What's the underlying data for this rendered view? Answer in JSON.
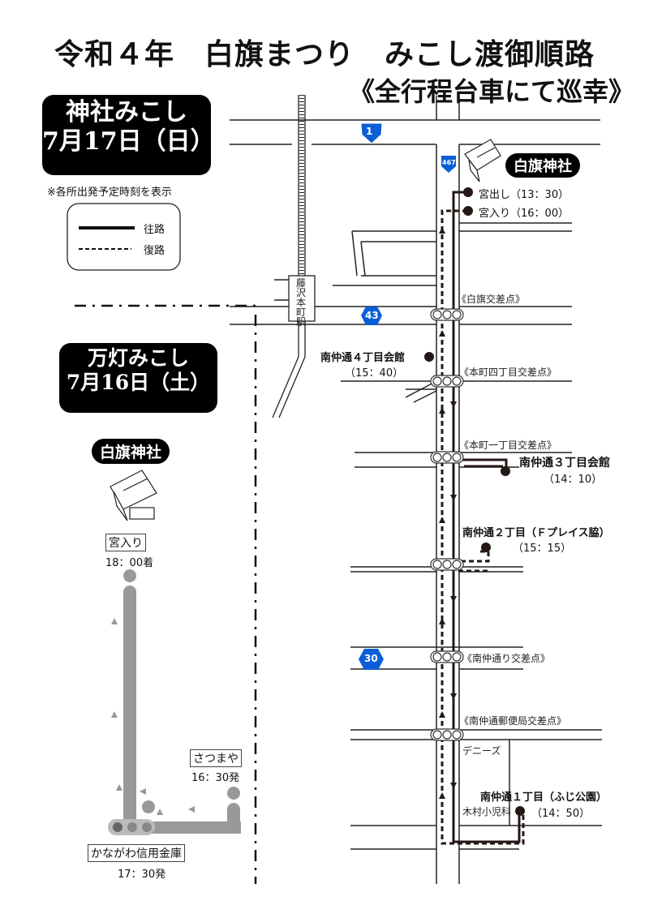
{
  "title": "令和４年　白旗まつり　みこし渡御順路",
  "subtitle": "《全行程台車にて巡幸》",
  "shrine_mikoshi": {
    "name": "神社みこし",
    "date": "7月17日（日）",
    "note": "※各所出発予定時刻を表示",
    "legend": {
      "outbound": "往路",
      "return": "復路"
    },
    "shrine": "白旗神社",
    "stops": [
      {
        "label": "宮出し（13：30）"
      },
      {
        "label": "宮入り（16：00）"
      },
      {
        "label": "南仲通４丁目会館",
        "time": "（15：40）"
      },
      {
        "label": "南仲通３丁目会館",
        "time": "（14：10）"
      },
      {
        "label": "南仲通２丁目（Ｆプレイス脇）",
        "time": "（15：15）"
      },
      {
        "label": "南仲通１丁目（ふじ公園）",
        "time": "（14：50）"
      }
    ],
    "intersections": [
      "《白旗交差点》",
      "《本町四丁目交差点》",
      "《本町一丁目交差点》",
      "《南仲通り交差点》",
      "《南仲通郵便局交差点》"
    ],
    "landmarks": [
      "デニーズ",
      "木村小児科"
    ],
    "station": "藤沢本町駅",
    "route_signs": [
      "1",
      "467",
      "43",
      "30"
    ]
  },
  "mando_mikoshi": {
    "name": "万灯みこし",
    "date": "7月16日（土）",
    "shrine": "白旗神社",
    "stops": [
      {
        "label": "宮入り",
        "time": "18：00着"
      },
      {
        "label": "さつまや",
        "time": "16：30発"
      },
      {
        "label": "かながわ信用金庫",
        "time": "17：30発"
      }
    ]
  },
  "colors": {
    "route": "#231815",
    "mando_route": "#999999",
    "sign_blue": "#0a5fd6"
  }
}
